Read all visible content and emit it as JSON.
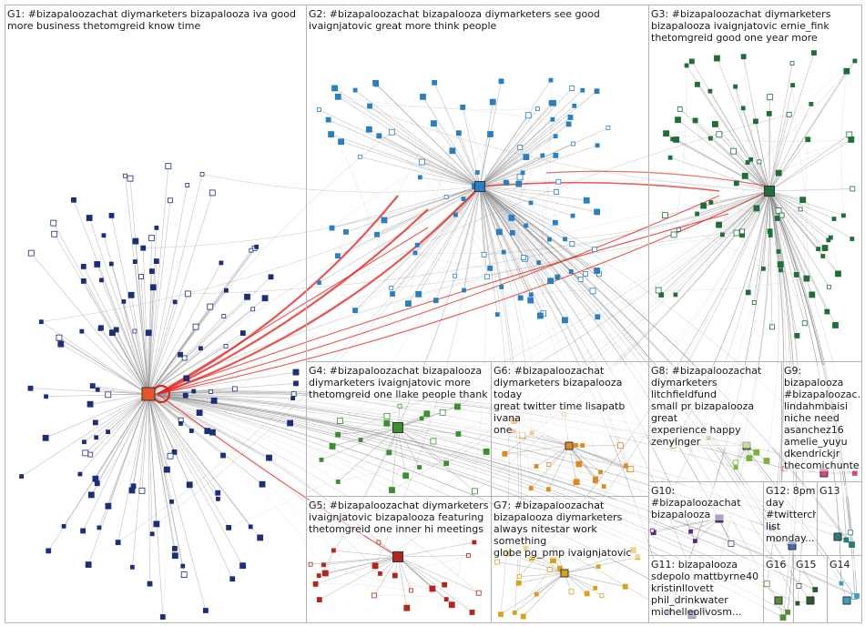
{
  "groups": [
    {
      "id": "G1",
      "label": "G1: #bizapaloozachat diymarketers bizapalooza iva good\nmore business thetomgreid know time"
    },
    {
      "id": "G2",
      "label": "G2: #bizapaloozachat bizapalooza diymarketers see good\nivaignjatovic great more think people"
    },
    {
      "id": "G3",
      "label": "G3: #bizapaloozachat diymarketers\nbizapalooza ivaignjatovic ernie_fink\nthetomgreid good one year more"
    },
    {
      "id": "G4",
      "label": "G4: #bizapaloozachat bizapalooza\ndiymarketers ivaignjatovic more\nthetomgreid one llake people thank"
    },
    {
      "id": "G5",
      "label": "G5: #bizapaloozachat diymarketers\nivaignjatovic bizapalooza featuring\nthetomgreid one inner hi meetings"
    },
    {
      "id": "G6",
      "label": "G6: #bizapaloozachat\ndiymarketers bizapalooza today\ngreat twitter time lisapatb ivana\none"
    },
    {
      "id": "G7",
      "label": "G7: #bizapaloozachat\nbizapalooza diymarketers\nalways nitestar work something\nglobe pg_pmp ivaignjatovic"
    },
    {
      "id": "G8",
      "label": "G8: #bizapaloozachat\ndiymarketers litchfieldfund\nsmall pr bizapalooza great\nexperience happy\nzenyinger"
    },
    {
      "id": "G9",
      "label": "G9:\nbizapalooza\n#bizapaloozac...\nlindahmbaisi\nniche need\nasanchez16\namelie_yuyu\ndkendrickjr\nthecomichunte..."
    },
    {
      "id": "G10",
      "label": "G10: #bizapaloozachat\nbizapalooza"
    },
    {
      "id": "G11",
      "label": "G11: bizapalooza\nsdepolo mattbyrne40\nkristinllovett\nphil_drinkwater\nmichelleolivosm..."
    },
    {
      "id": "G12",
      "label": "G12: 8pm\nday\n#twitterch...\nlist\nmonday..."
    },
    {
      "id": "G13",
      "label": "G13"
    },
    {
      "id": "G14",
      "label": "G14"
    },
    {
      "id": "G15",
      "label": "G15"
    },
    {
      "id": "G16",
      "label": "G16"
    }
  ],
  "colors": {
    "background": "#ffffff",
    "box_border": "#b5b5b5",
    "edge_gray": "#8a8a8a",
    "edge_light": "#c8c8c8",
    "edge_red": "#e0201a",
    "hub_orange": "#e8532a",
    "G1": "#1c2e7a",
    "G2": "#2a7fc0",
    "G3": "#1f6e3a",
    "G4": "#3a8f2e",
    "G5": "#b3261e",
    "G6": "#e08a1e",
    "G7": "#d9a21a",
    "G8": "#7fb23a",
    "G9": "#d64a8a",
    "G10": "#5a2a8a",
    "G11": "#7a4aa8",
    "G12": "#4a6ab0",
    "G13": "#2a7a7a",
    "G14": "#3aa0c0",
    "G15": "#2a5a2a",
    "G16": "#5a8a3a"
  }
}
